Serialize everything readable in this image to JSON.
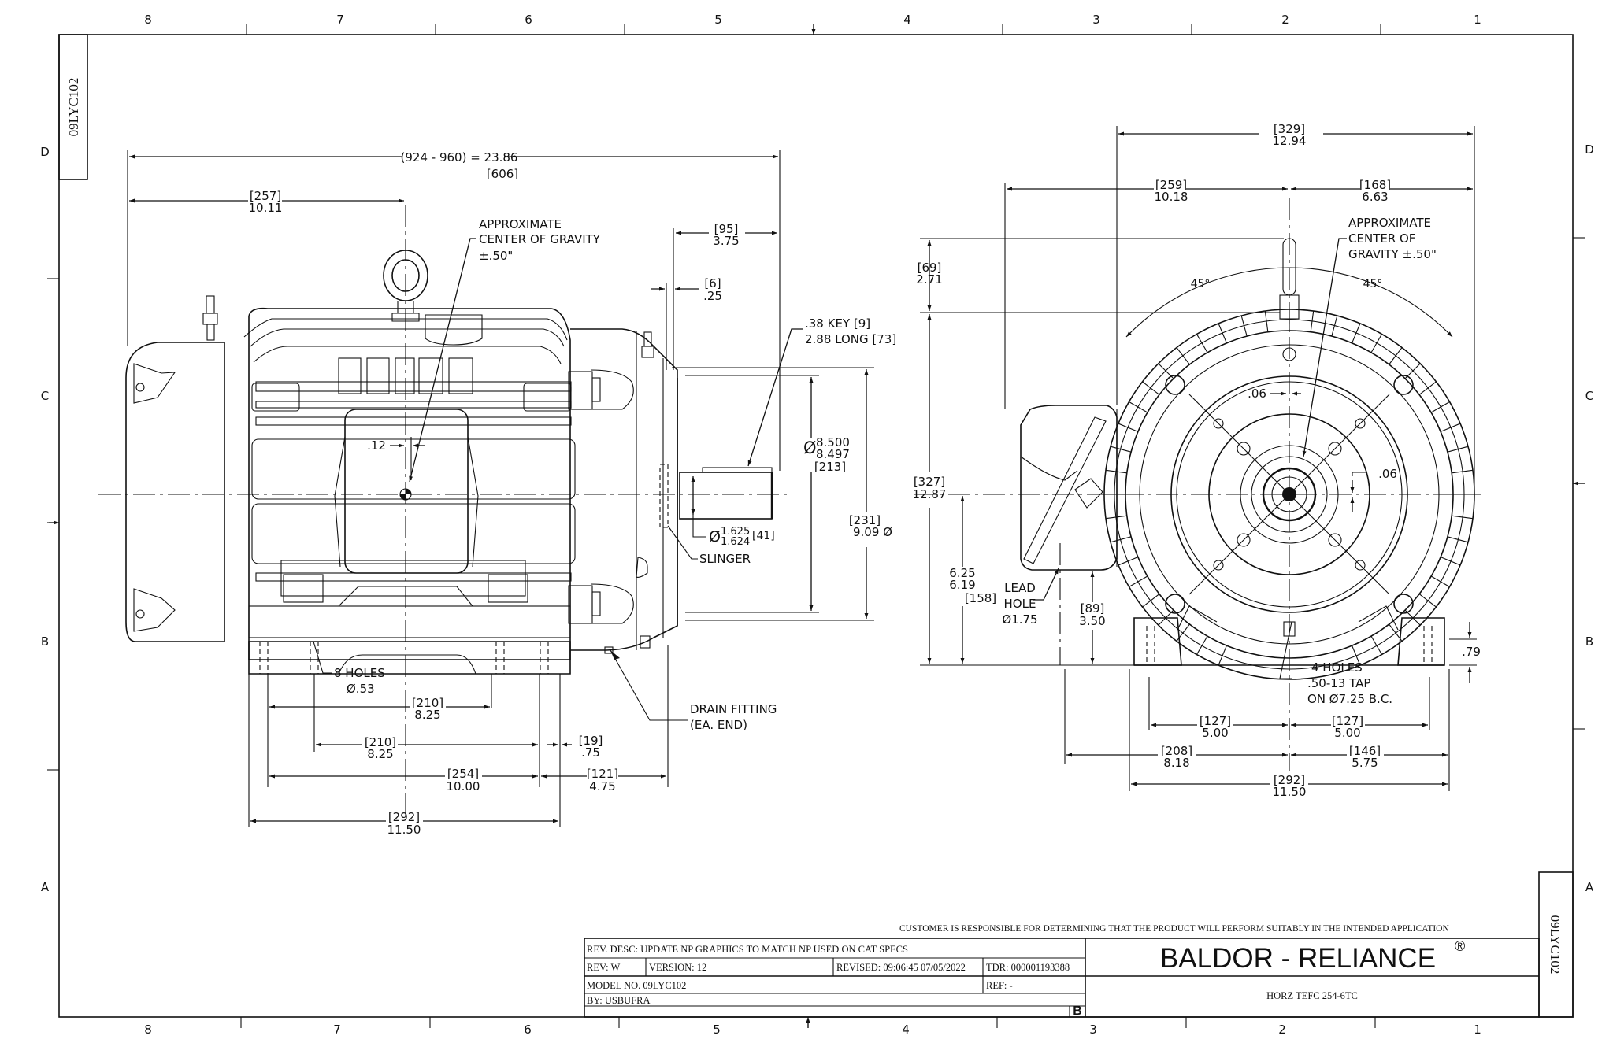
{
  "border": {
    "columns_top": [
      "8",
      "7",
      "6",
      "5",
      "4",
      "3",
      "2",
      "1"
    ],
    "columns_bottom": [
      "8",
      "7",
      "6",
      "5",
      "4",
      "3",
      "2",
      "1"
    ],
    "rows_left": [
      "D",
      "C",
      "B",
      "A"
    ],
    "rows_right": [
      "D",
      "C",
      "B",
      "A"
    ],
    "corner_tab_top": "09LYC102",
    "corner_tab_bottom": "09LYC102"
  },
  "side_view": {
    "overall_length": "(924 - 960) = 23.86",
    "overall_length_mm": "[606]",
    "cog_from_end_mm": "[257]",
    "cog_from_end": "10.11",
    "cog_note": [
      "APPROXIMATE",
      "CENTER OF GRAVITY",
      "±.50\""
    ],
    "cog_offset": ".12",
    "shaft_ext_mm": "[95]",
    "shaft_ext": "3.75",
    "shoulder_mm": "[6]",
    "shoulder": ".25",
    "key_note": [
      ".38 KEY [9]",
      "2.88 LONG [73]"
    ],
    "pilot_dia_sym": "Ø",
    "pilot_dia_max": "8.500",
    "pilot_dia_min": "8.497",
    "pilot_dia_mm": "[213]",
    "flange_dia_mm": "[231]",
    "flange_dia": "9.09 Ø",
    "shaft_dia_sym": "Ø",
    "shaft_dia_max": "1.625",
    "shaft_dia_min": "1.624",
    "shaft_dia_mm": "[41]",
    "slinger": "SLINGER",
    "holes_note": [
      "8 HOLES",
      "Ø.53"
    ],
    "hole_spacing_a_mm": "[210]",
    "hole_spacing_a": "8.25",
    "hole_spacing_b_mm": "[210]",
    "hole_spacing_b": "8.25",
    "foot_offset_mm": "[19]",
    "foot_offset": ".75",
    "foot_length_mm": "[254]",
    "foot_length": "10.00",
    "foot_to_shoulder_mm": "[121]",
    "foot_to_shoulder": "4.75",
    "base_length_mm": "[292]",
    "base_length": "11.50",
    "drain_note": [
      "DRAIN FITTING",
      "(EA. END)"
    ]
  },
  "end_view": {
    "overall_width_mm": "[329]",
    "overall_width": "12.94",
    "left_width_mm": "[259]",
    "left_width": "10.18",
    "right_width_mm": "[168]",
    "right_width": "6.63",
    "cog_note": [
      "APPROXIMATE",
      "CENTER OF",
      "GRAVITY ±.50\""
    ],
    "angle_left": "45°",
    "angle_right": "45°",
    "eyebolt_mm": "[69]",
    "eyebolt": "2.71",
    "offset_top": ".06",
    "offset_side": ".06",
    "overall_height_mm": "[327]",
    "overall_height": "12.87",
    "shaft_height_max": "6.25",
    "shaft_height_min": "6.19",
    "shaft_height_mm": "[158]",
    "lead_hole_note": [
      "LEAD",
      "HOLE",
      "Ø1.75"
    ],
    "conduit_height_mm": "[89]",
    "conduit_height": "3.50",
    "foot_thickness": ".79",
    "tap_note": [
      "4 HOLES",
      ".50-13 TAP",
      "ON Ø7.25 B.C."
    ],
    "half_span_left_mm": "[127]",
    "half_span_left": "5.00",
    "half_span_right_mm": "[127]",
    "half_span_right": "5.00",
    "conduit_side_mm": "[208]",
    "conduit_side": "8.18",
    "right_side_mm": "[146]",
    "right_side": "5.75",
    "base_width_mm": "[292]",
    "base_width": "11.50"
  },
  "title_block": {
    "disclaimer": "CUSTOMER IS RESPONSIBLE FOR DETERMINING THAT THE PRODUCT WILL PERFORM SUITABLY IN THE INTENDED APPLICATION",
    "rev_desc": "REV. DESC: UPDATE NP GRAPHICS TO MATCH NP USED ON CAT SPECS",
    "rev": "REV:  W",
    "version": "VERSION:  12",
    "revised": "REVISED: 09:06:45 07/05/2022",
    "tdr": "TDR: 000001193388",
    "model_no": "MODEL NO.  09LYC102",
    "ref": "REF:  -",
    "by": "BY: USBUFRA",
    "size": "B",
    "brand": "BALDOR - RELIANCE",
    "brand_mark": "®",
    "description": "HORZ TEFC 254-6TC"
  }
}
